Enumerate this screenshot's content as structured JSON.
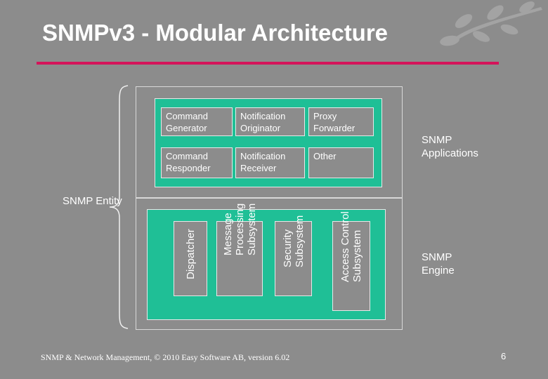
{
  "title": "SNMPv3 - Modular Architecture",
  "applications": {
    "row1": [
      "Command\nGenerator",
      "Notification\nOriginator",
      "Proxy\nForwarder"
    ],
    "row2": [
      "Command\nResponder",
      "Notification\nReceiver",
      "Other"
    ],
    "label": "SNMP\nApplications"
  },
  "engine": {
    "subsystems": [
      "Dispatcher",
      "Message\nProcessing\nSubsystem",
      "Security\nSubsystem",
      "Access Control\nSubsystem"
    ],
    "label": "SNMP\nEngine"
  },
  "entity_label": "SNMP\nEntity",
  "footer": "SNMP & Network Management, © 2010 Easy Software AB, version 6.02",
  "page_number": "6",
  "colors": {
    "accent_rule": "#d4145a",
    "module_green": "#1fbf96",
    "background": "#8c8c8c"
  }
}
